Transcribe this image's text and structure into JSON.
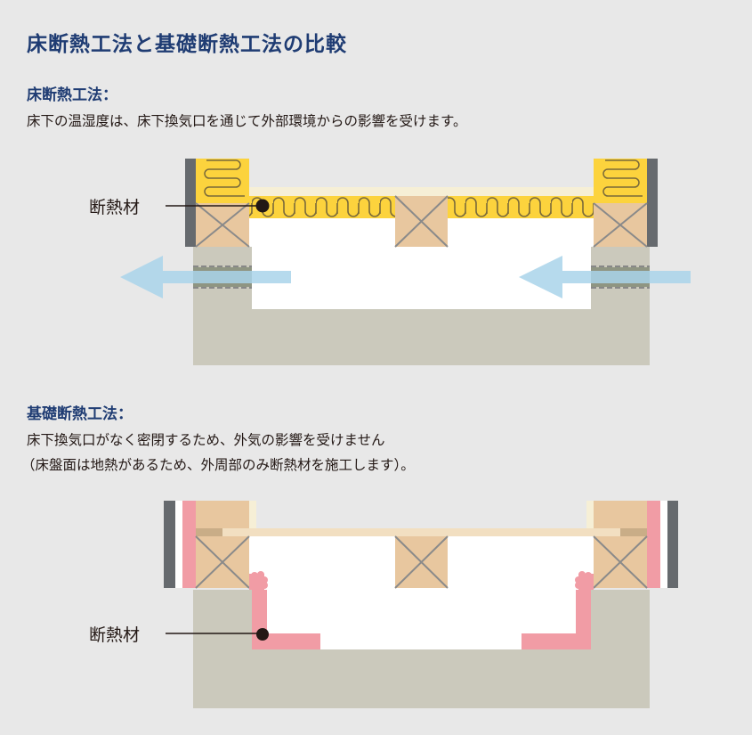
{
  "title": "床断熱工法と基礎断熱工法の比較",
  "floor_insulation": {
    "heading": "床断熱工法：",
    "description": "床下の温湿度は、床下換気口を通じて外部環境からの影響を受けます。",
    "label": "断熱材"
  },
  "foundation_insulation": {
    "heading": "基礎断熱工法：",
    "description_line1": "床下換気口がなく密閉するため、外気の影響を受けません",
    "description_line2": "（床盤面は地熱があるため、外周部のみ断熱材を施工します）。",
    "label": "断熱材"
  },
  "colors": {
    "heading": "#1f3c73",
    "insulation_yellow": "#fcd33d",
    "insulation_pink": "#f19ca5",
    "timber": "#e8c79f",
    "foundation": "#cbc9bc",
    "airflow_arrow": "#a9d3ea",
    "wall": "#666a6e"
  }
}
